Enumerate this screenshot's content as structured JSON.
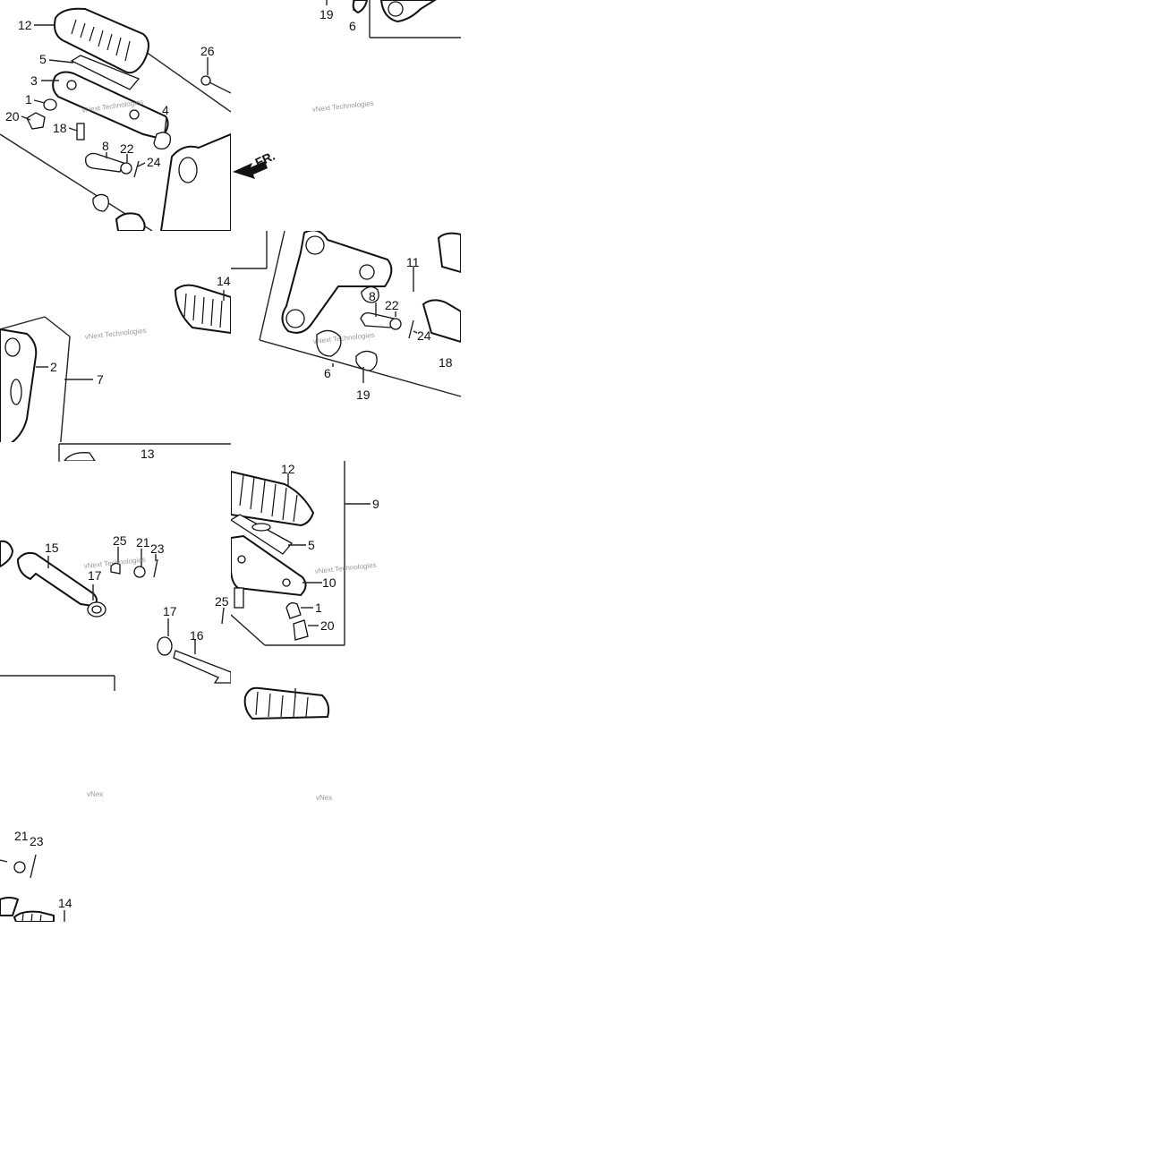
{
  "watermark": {
    "line1": "vNext Technologies",
    "partial": "vNex"
  },
  "direction_label": "FR.",
  "tiles": {
    "t1": {
      "callouts": [
        "12",
        "5",
        "3",
        "1",
        "20",
        "18",
        "8",
        "22",
        "24",
        "4",
        "26"
      ]
    },
    "t2": {
      "callouts": [
        "19",
        "6"
      ]
    },
    "t3": {
      "callouts": [
        "14",
        "2",
        "7"
      ]
    },
    "t4": {
      "callouts": [
        "11",
        "8",
        "22",
        "24",
        "18",
        "6",
        "19"
      ]
    },
    "t5": {
      "callouts": [
        "13",
        "15",
        "25",
        "21",
        "23",
        "17",
        "17",
        "16",
        "25"
      ]
    },
    "t6": {
      "callouts": [
        "12",
        "9",
        "5",
        "10",
        "1",
        "20"
      ]
    },
    "t7": {
      "callouts": [
        "21",
        "23",
        "14"
      ]
    }
  }
}
